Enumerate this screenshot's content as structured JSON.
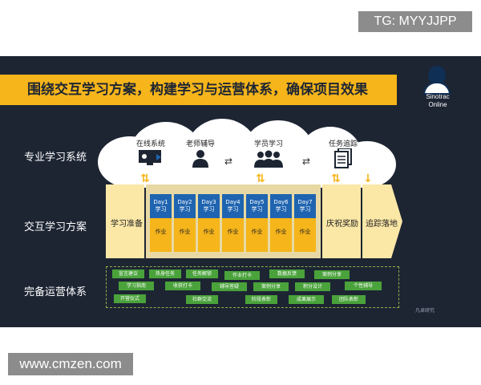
{
  "watermark_top": "TG: MYYJJPP",
  "watermark_bottom": "www.cmzen.com",
  "title": "围绕交互学习方案，构建学习与运营体系，确保项目效果",
  "logo": {
    "line1": "Sinotrac",
    "line2": "Online"
  },
  "rows": {
    "system": "专业学习系统",
    "plan": "交互学习方案",
    "ops": "完备运营体系"
  },
  "cloud_items": [
    "在线系统",
    "老师辅导",
    "学员学习",
    "任务追踪"
  ],
  "swap_glyph": "⇄",
  "plan": {
    "prep": "学习准备",
    "days": [
      {
        "day": "Day1",
        "label": "学习",
        "task": "作业"
      },
      {
        "day": "Day2",
        "label": "学习",
        "task": "作业"
      },
      {
        "day": "Day3",
        "label": "学习",
        "task": "作业"
      },
      {
        "day": "Day4",
        "label": "学习",
        "task": "作业"
      },
      {
        "day": "Day5",
        "label": "学习",
        "task": "作业"
      },
      {
        "day": "Day6",
        "label": "学习",
        "task": "作业"
      },
      {
        "day": "Day7",
        "label": "学习",
        "task": "作业"
      }
    ],
    "celebrate": "庆祝奖励",
    "followup": "追踪落地"
  },
  "ops_tags": [
    "宣言建议",
    "热身任务",
    "任务解锁",
    "作业打卡",
    "数据反馈",
    "案例分享",
    "学习指南",
    "收获打卡",
    "辅导答疑",
    "案例分享",
    "积分设计",
    "个性辅导",
    "开营仪式",
    "社群交流",
    "阶段表彰",
    "成果展示",
    "团队表彰"
  ],
  "corner_mark": "凡卓研究",
  "colors": {
    "background": "#1d2533",
    "accent": "#f6b51a",
    "day_blue": "#1f64b0",
    "tag_green": "#4aa23b"
  }
}
